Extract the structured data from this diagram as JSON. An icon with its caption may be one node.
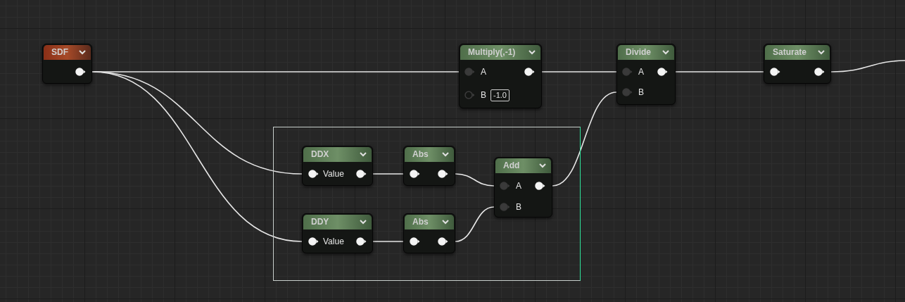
{
  "diagram": {
    "nodes": [
      {
        "text": [
          "SDF"
        ]
      },
      {
        "text": [
          "Multiply(,-1)",
          "A",
          "B",
          "-1.0"
        ]
      },
      {
        "text": [
          "Divide",
          "A",
          "B"
        ]
      },
      {
        "text": [
          "Saturate"
        ]
      },
      {
        "text": [],
        "shape": "box"
      },
      {
        "text": [
          "DDX",
          "Value"
        ],
        "in": 4
      },
      {
        "text": [
          "Abs"
        ],
        "in": 4
      },
      {
        "text": [
          "Add",
          "A",
          "B"
        ],
        "in": 4
      },
      {
        "text": [
          "DDY",
          "Value"
        ],
        "in": 4
      },
      {
        "text": [
          "Abs"
        ],
        "in": 4
      }
    ],
    "edges": [
      {
        "from": 0,
        "to": 1,
        "arrow": "none"
      },
      {
        "from": 0,
        "to": 5,
        "arrow": "none"
      },
      {
        "from": 0,
        "to": 8,
        "arrow": "none"
      },
      {
        "from": 1,
        "to": 2,
        "arrow": "none"
      },
      {
        "from": 2,
        "to": 3,
        "arrow": "none"
      },
      {
        "from": 3,
        "to": null,
        "arrow": "none"
      },
      {
        "from": 5,
        "to": 6,
        "arrow": "none"
      },
      {
        "from": 8,
        "to": 9,
        "arrow": "none"
      },
      {
        "from": 6,
        "to": 7,
        "arrow": "none"
      },
      {
        "from": 9,
        "to": 7,
        "arrow": "none"
      },
      {
        "from": 7,
        "to": 2,
        "arrow": "none"
      }
    ]
  }
}
